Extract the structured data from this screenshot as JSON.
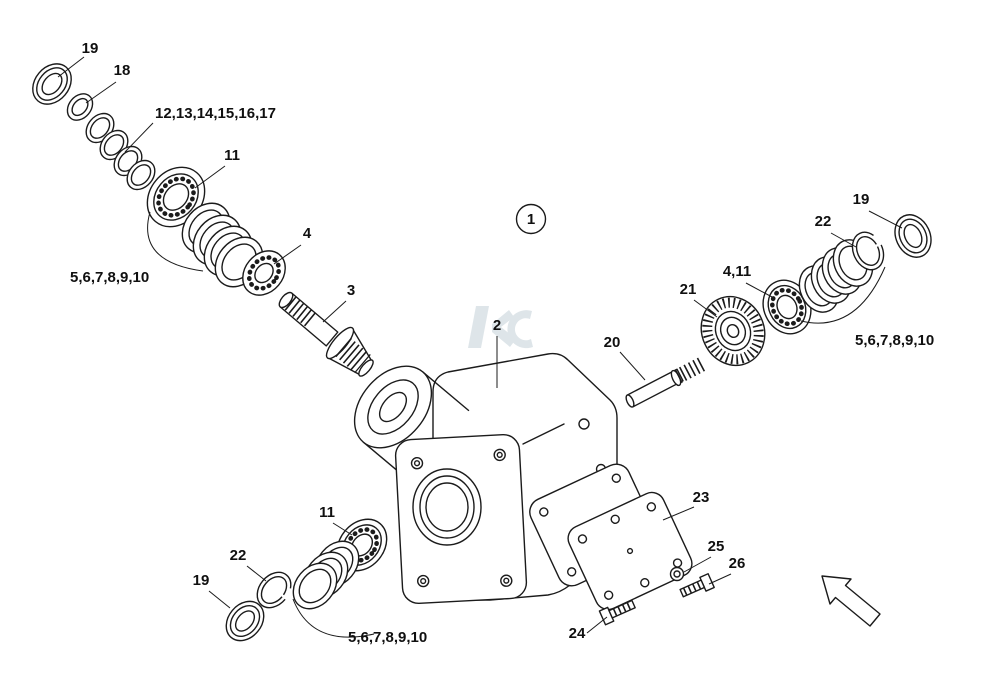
{
  "badge": "1",
  "labels": {
    "l19_tl": "19",
    "l18": "18",
    "l12_17": "12,13,14,15,16,17",
    "l11_tl": "11",
    "l5_10_tl": "5,6,7,8,9,10",
    "l4_tl": "4",
    "l3": "3",
    "l2": "2",
    "l20": "20",
    "l21": "21",
    "l4_11": "4,11",
    "l22_r": "22",
    "l19_r": "19",
    "l5_10_r": "5,6,7,8,9,10",
    "l23": "23",
    "l25": "25",
    "l26": "26",
    "l24": "24",
    "l11_b": "11",
    "l22_b": "22",
    "l19_b": "19",
    "l5_10_b": "5,6,7,8,9,10"
  },
  "colors": {
    "line": "#1b1b1b",
    "background": "#ffffff",
    "watermark": "#d6dfe4"
  }
}
